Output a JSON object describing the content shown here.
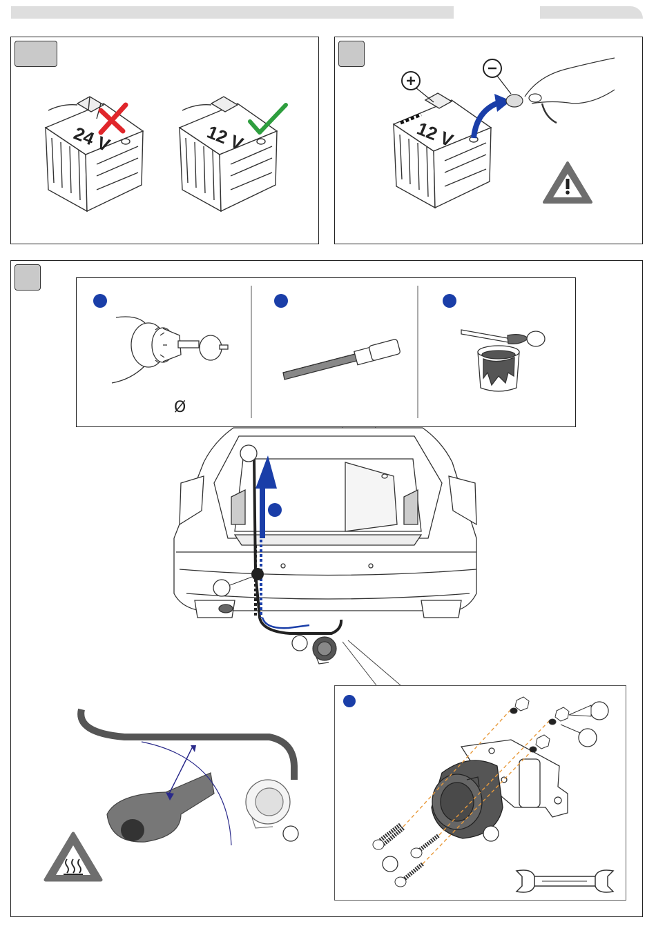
{
  "header": {
    "left_bar": "",
    "right_bar": ""
  },
  "panel1": {
    "battery_wrong_label": "24 V",
    "battery_right_label": "12 V",
    "wrong_icon": "red-cross-icon",
    "right_icon": "green-check-icon"
  },
  "panel2": {
    "battery_label": "12 V",
    "plus_icon": "plus-terminal-icon",
    "minus_icon": "minus-terminal-icon",
    "warning_icon": "warning-triangle-icon"
  },
  "panel3": {
    "diameter_symbol": "Ø",
    "tools": [
      "drill-icon",
      "file-icon",
      "paint-brush-icon"
    ],
    "heat_warning_icon": "hot-surface-warning-icon",
    "wrench_icon": "wrench-icon"
  },
  "colors": {
    "accent_blue": "#1a3ea8",
    "step_box_gray": "#c9c9c9",
    "cross_red": "#e0262b",
    "check_green": "#2e9e3e",
    "warning_gray": "#6e6e6e",
    "line_dark": "#222222"
  }
}
